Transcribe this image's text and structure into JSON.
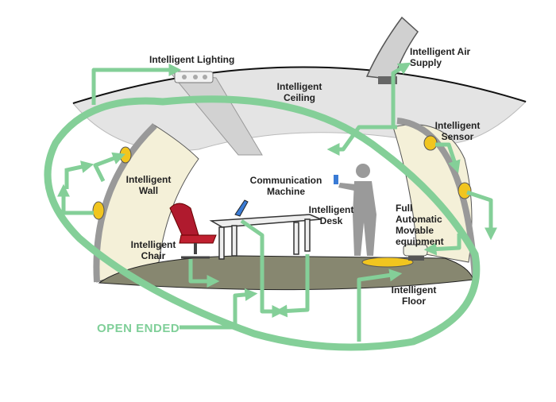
{
  "labels": {
    "lighting": "Intelligent Lighting",
    "air_supply_1": "Intelligent Air",
    "air_supply_2": "Supply",
    "ceiling_1": "Intelligent",
    "ceiling_2": "Ceiling",
    "sensor_1": "Intelligent",
    "sensor_2": "Sensor",
    "wall_1": "Intelligent",
    "wall_2": "Wall",
    "comm_1": "Communication",
    "comm_2": "Machine",
    "desk_1": "Intelligent",
    "desk_2": "Desk",
    "equip_1": "Full",
    "equip_2": "Automatic",
    "equip_3": "Movable",
    "equip_4": "equipment",
    "chair_1": "Intelligent",
    "chair_2": "Chair",
    "floor_1": "Intelligent",
    "floor_2": "Floor",
    "open_ended": "OPEN ENDED"
  },
  "colors": {
    "loop": "#84cf98",
    "ceiling": "#e3e3e3",
    "wall": "#f4f0d8",
    "floor": "#8a8a70",
    "chair": "#b01a2e",
    "person": "#9a9a9a",
    "yellow": "#f1c51f"
  }
}
